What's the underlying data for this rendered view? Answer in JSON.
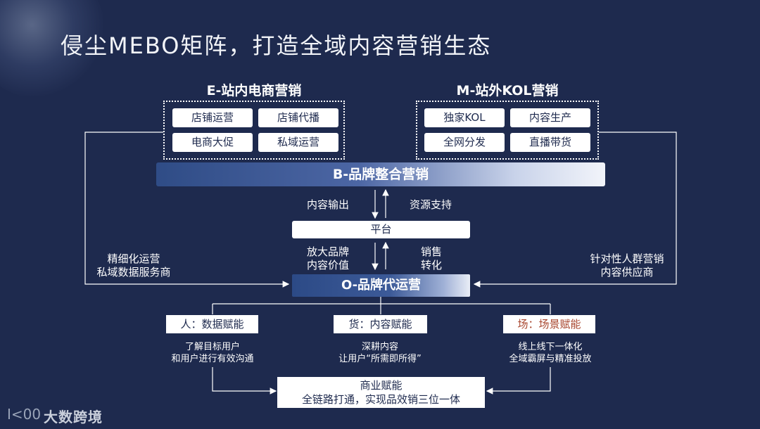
{
  "title": "侵尘MEBO矩阵，打造全域内容营销生态",
  "e_section": {
    "title": "E-站内电商营销",
    "items": [
      "店铺运营",
      "店铺代播",
      "电商大促",
      "私域运营"
    ]
  },
  "m_section": {
    "title": "M-站外KOL营销",
    "items": [
      "独家KOL",
      "内容生产",
      "全网分发",
      "直播带货"
    ]
  },
  "b_bar": "B-品牌整合营销",
  "flow": {
    "content_output": "内容输出",
    "resource_support": "资源支持",
    "platform": "平台",
    "amplify_1": "放大品牌",
    "amplify_2": "内容价值",
    "sales_1": "销售",
    "sales_2": "转化"
  },
  "side": {
    "left_1": "精细化运营",
    "left_2": "私域数据服务商",
    "right_1": "针对性人群营销",
    "right_2": "内容供应商"
  },
  "o_bar": "O-品牌代运营",
  "capabilities": [
    {
      "label": "人：数据赋能",
      "desc_1": "了解目标用户",
      "desc_2": "和用户进行有效沟通"
    },
    {
      "label": "货：内容赋能",
      "desc_1": "深耕内容",
      "desc_2": "让用户“所需即所得”"
    },
    {
      "label": "场：场景赋能",
      "desc_1": "线上线下一体化",
      "desc_2": "全域霸屏与精准投放"
    }
  ],
  "business": {
    "line_1": "商业赋能",
    "line_2": "全链路打通，实现品效销三位一体"
  },
  "logo": {
    "mark": "Ⅰ<00",
    "text": "大数跨境"
  },
  "colors": {
    "background": "#1e2a4e",
    "accent_red": "#a8462e"
  }
}
